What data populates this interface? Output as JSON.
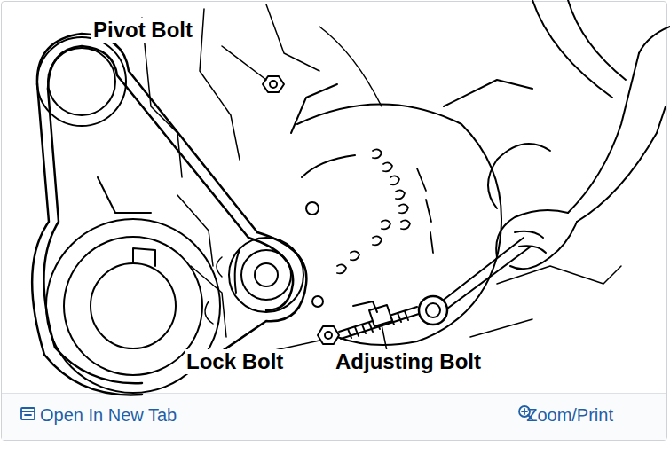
{
  "diagram": {
    "labels": [
      "Pivot Bolt",
      "Lock Bolt",
      "Adjusting Bolt",
      "Open In New Tab",
      "Zoom/Print"
    ]
  }
}
